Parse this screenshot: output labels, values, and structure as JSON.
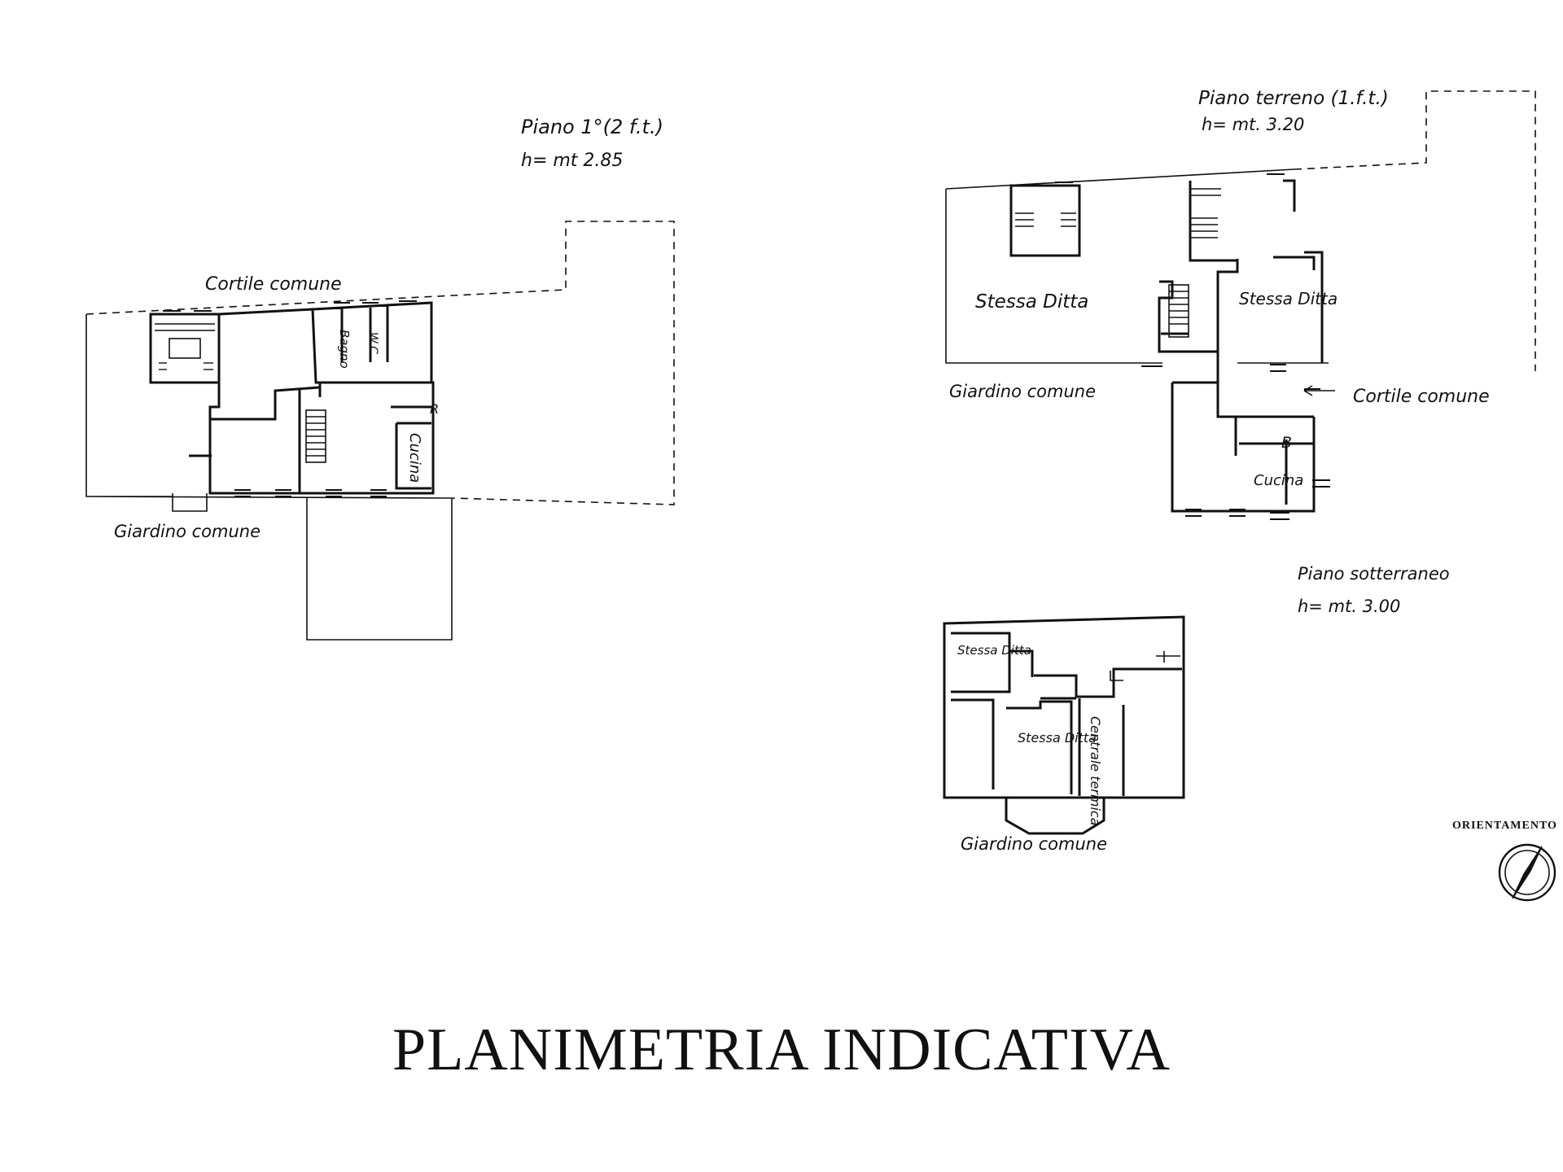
{
  "title": "PLANIMETRIA INDICATIVA",
  "first_floor": {
    "label": "Piano 1°(2 f.t.)",
    "height": "h= mt 2.85",
    "courtyard": "Cortile comune",
    "garden": "Giardino comune",
    "rooms": {
      "bath": "Bagno",
      "wc": "W.C.",
      "kitchen": "Cucina",
      "r": "R"
    }
  },
  "ground_floor": {
    "label": "Piano terreno (1.f.t.)",
    "height": "h= mt. 3.20",
    "garden": "Giardino comune",
    "courtyard": "Cortile comune",
    "rooms": {
      "same_owner_left": "Stessa Ditta",
      "same_owner_center": "Stessa Ditta",
      "b": "B",
      "kitchen": "Cucina"
    }
  },
  "basement": {
    "label": "Piano sotterraneo",
    "height": "h= mt. 3.00",
    "garden": "Giardino comune",
    "rooms": {
      "same_owner_top": "Stessa Ditta",
      "same_owner_center": "Stessa Ditta",
      "heating_plant": "Centrale termica"
    }
  },
  "orientation": {
    "label": "ORIENTAMENTO"
  }
}
